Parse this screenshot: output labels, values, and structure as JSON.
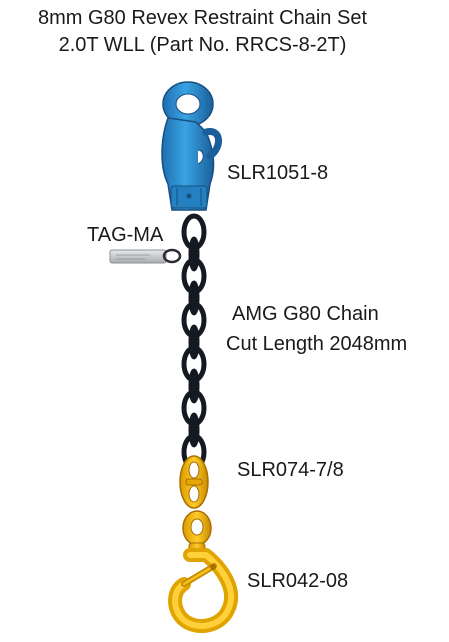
{
  "title": {
    "line1": "8mm G80 Revex Restraint Chain Set",
    "line2": "2.0T WLL    (Part No. RRCS-8-2T)"
  },
  "labels": {
    "top_hook": "SLR1051-8",
    "tag": "TAG-MA",
    "chain_line1": "AMG G80 Chain",
    "chain_line2": "Cut Length 2048mm",
    "connector": "SLR074-7/8",
    "bottom_hook": "SLR042-08"
  },
  "colors": {
    "top_hook": "#2a8fd0",
    "chain": "#151a22",
    "lower_fittings": "#f2b500",
    "tag": "#c9cacb"
  },
  "icons": {
    "top_hook": "eye-grab-hook-icon",
    "tag": "id-tag-icon",
    "chain": "chain-link-icon",
    "connector": "coupling-link-icon",
    "bottom_hook": "swivel-safety-hook-icon"
  }
}
